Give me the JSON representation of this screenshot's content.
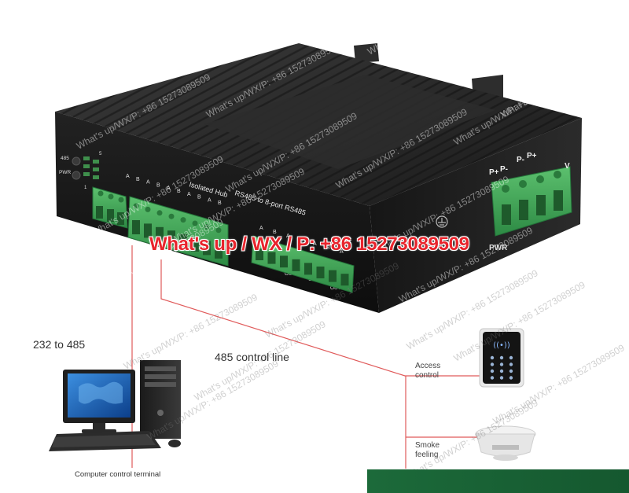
{
  "device": {
    "panel_title_line1": "Isolated Hub",
    "panel_title_line2": "RS485 to 8-port RS485",
    "led_label_485": "485",
    "led_label_pwr": "PWR",
    "led_label_num": "5",
    "led_label_num2": "1",
    "terminal_letters_left": [
      "A",
      "B",
      "A",
      "B",
      "A",
      "B",
      "A",
      "B",
      "A",
      "B"
    ],
    "terminal_letters_mid": [
      "A",
      "B",
      "A",
      "B",
      "A",
      "B",
      "A"
    ],
    "out_labels": [
      "OUT5",
      "OUT6",
      "OUT7",
      "OUT8"
    ],
    "power_labels": [
      "P+",
      "P-",
      "P-",
      "P+",
      "V"
    ],
    "pwr_side_label": "PWR"
  },
  "diagram": {
    "label_232_to_485": "232 to 485",
    "label_485_control_line": "485 control line",
    "label_access_control": "Access control",
    "label_smoke_feeling": "Smoke feeling",
    "label_computer_terminal": "Computer control terminal"
  },
  "contact_banner": "What's up / WX / P: +86 15273089509",
  "watermark_text": "What's up/WX/P: +86 15273089509",
  "colors": {
    "banner_red": "#e8242c",
    "line_red": "#e05a5a",
    "terminal_green": "#3fa856",
    "bar_green": "#1c6a3a",
    "device_black": "#1a1a1a"
  }
}
